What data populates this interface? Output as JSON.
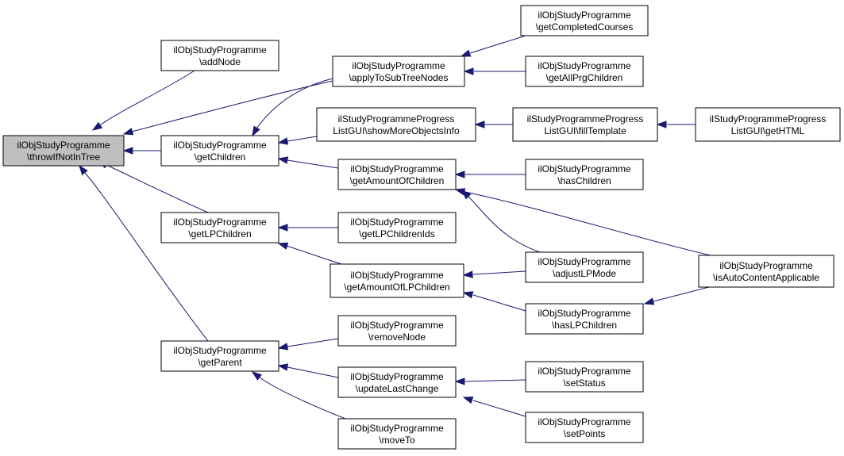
{
  "diagram": {
    "nodes": [
      {
        "id": "throwIfNotInTree",
        "lines": [
          "ilObjStudyProgramme",
          "\\throwIfNotInTree"
        ],
        "highlight": true
      },
      {
        "id": "addNode",
        "lines": [
          "ilObjStudyProgramme",
          "\\addNode"
        ]
      },
      {
        "id": "getChildren",
        "lines": [
          "ilObjStudyProgramme",
          "\\getChildren"
        ]
      },
      {
        "id": "getLPChildren",
        "lines": [
          "ilObjStudyProgramme",
          "\\getLPChildren"
        ]
      },
      {
        "id": "getParent",
        "lines": [
          "ilObjStudyProgramme",
          "\\getParent"
        ]
      },
      {
        "id": "applyToSubTreeNodes",
        "lines": [
          "ilObjStudyProgramme",
          "\\applyToSubTreeNodes"
        ]
      },
      {
        "id": "showMoreObjectsInfo",
        "lines": [
          "ilStudyProgrammeProgress",
          "ListGUI\\showMoreObjectsInfo"
        ]
      },
      {
        "id": "getAmountOfChildren",
        "lines": [
          "ilObjStudyProgramme",
          "\\getAmountOfChildren"
        ]
      },
      {
        "id": "getLPChildrenIds",
        "lines": [
          "ilObjStudyProgramme",
          "\\getLPChildrenIds"
        ]
      },
      {
        "id": "getAmountOfLPChildren",
        "lines": [
          "ilObjStudyProgramme",
          "\\getAmountOfLPChildren"
        ]
      },
      {
        "id": "removeNode",
        "lines": [
          "ilObjStudyProgramme",
          "\\removeNode"
        ]
      },
      {
        "id": "updateLastChange",
        "lines": [
          "ilObjStudyProgramme",
          "\\updateLastChange"
        ]
      },
      {
        "id": "moveTo",
        "lines": [
          "ilObjStudyProgramme",
          "\\moveTo"
        ]
      },
      {
        "id": "getCompletedCourses",
        "lines": [
          "ilObjStudyProgramme",
          "\\getCompletedCourses"
        ]
      },
      {
        "id": "getAllPrgChildren",
        "lines": [
          "ilObjStudyProgramme",
          "\\getAllPrgChildren"
        ]
      },
      {
        "id": "fillTemplate",
        "lines": [
          "ilStudyProgrammeProgress",
          "ListGUI\\fillTemplate"
        ]
      },
      {
        "id": "hasChildren",
        "lines": [
          "ilObjStudyProgramme",
          "\\hasChildren"
        ]
      },
      {
        "id": "adjustLPMode",
        "lines": [
          "ilObjStudyProgramme",
          "\\adjustLPMode"
        ]
      },
      {
        "id": "hasLPChildren",
        "lines": [
          "ilObjStudyProgramme",
          "\\hasLPChildren"
        ]
      },
      {
        "id": "setStatus",
        "lines": [
          "ilObjStudyProgramme",
          "\\setStatus"
        ]
      },
      {
        "id": "setPoints",
        "lines": [
          "ilObjStudyProgramme",
          "\\setPoints"
        ]
      },
      {
        "id": "getHTML",
        "lines": [
          "ilStudyProgrammeProgress",
          "ListGUI\\getHTML"
        ]
      },
      {
        "id": "isAutoContentApplicable",
        "lines": [
          "ilObjStudyProgramme",
          "\\isAutoContentApplicable"
        ]
      }
    ],
    "edges": [
      {
        "from": "addNode",
        "to": "throwIfNotInTree"
      },
      {
        "from": "applyToSubTreeNodes",
        "to": "throwIfNotInTree"
      },
      {
        "from": "getChildren",
        "to": "throwIfNotInTree"
      },
      {
        "from": "getLPChildren",
        "to": "throwIfNotInTree"
      },
      {
        "from": "getParent",
        "to": "throwIfNotInTree"
      },
      {
        "from": "applyToSubTreeNodes",
        "to": "getChildren"
      },
      {
        "from": "showMoreObjectsInfo",
        "to": "getChildren"
      },
      {
        "from": "getAmountOfChildren",
        "to": "getChildren"
      },
      {
        "from": "getLPChildrenIds",
        "to": "getLPChildren"
      },
      {
        "from": "getAmountOfLPChildren",
        "to": "getLPChildren"
      },
      {
        "from": "removeNode",
        "to": "getParent"
      },
      {
        "from": "updateLastChange",
        "to": "getParent"
      },
      {
        "from": "moveTo",
        "to": "getParent"
      },
      {
        "from": "getCompletedCourses",
        "to": "applyToSubTreeNodes"
      },
      {
        "from": "getAllPrgChildren",
        "to": "applyToSubTreeNodes"
      },
      {
        "from": "fillTemplate",
        "to": "showMoreObjectsInfo"
      },
      {
        "from": "getHTML",
        "to": "fillTemplate"
      },
      {
        "from": "hasChildren",
        "to": "getAmountOfChildren"
      },
      {
        "from": "adjustLPMode",
        "to": "getAmountOfChildren"
      },
      {
        "from": "isAutoContentApplicable",
        "to": "getAmountOfChildren"
      },
      {
        "from": "adjustLPMode",
        "to": "getAmountOfLPChildren"
      },
      {
        "from": "hasLPChildren",
        "to": "getAmountOfLPChildren"
      },
      {
        "from": "isAutoContentApplicable",
        "to": "hasLPChildren"
      },
      {
        "from": "setStatus",
        "to": "updateLastChange"
      },
      {
        "from": "setPoints",
        "to": "updateLastChange"
      }
    ]
  }
}
